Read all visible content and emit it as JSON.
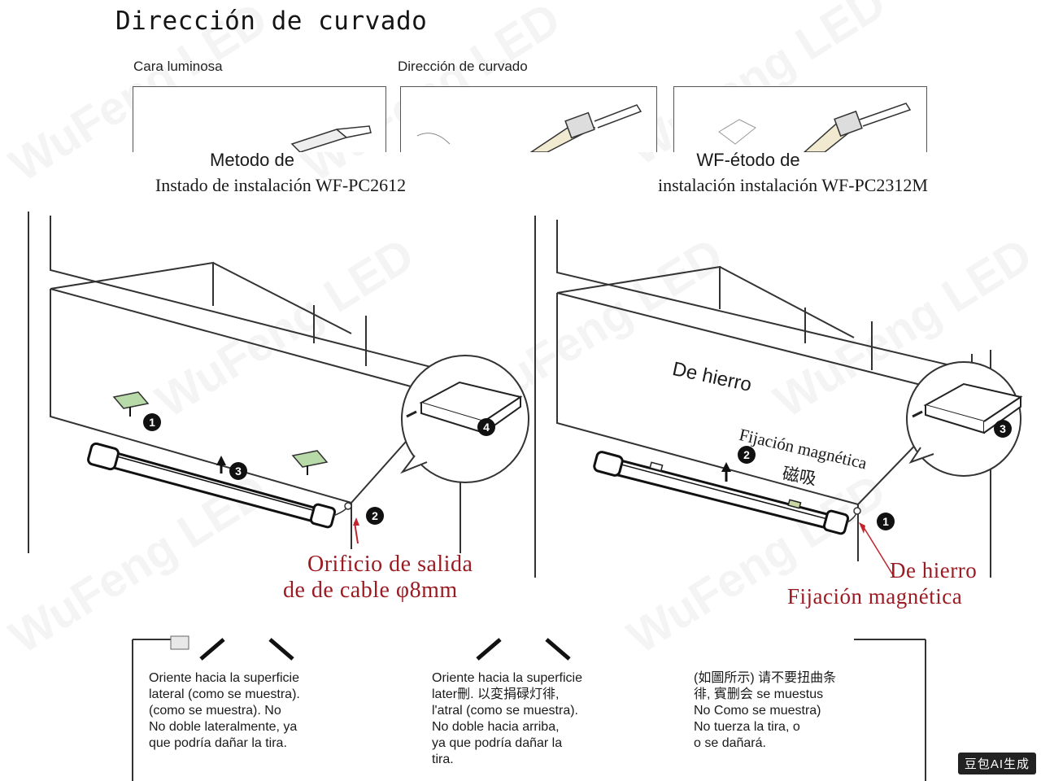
{
  "title": "Dirección de curvado",
  "top_labels": [
    "Cara luminosa",
    "Dirección de curvado"
  ],
  "left_section": {
    "heading_line1": "Metodo de",
    "heading_line2": "Instado de instalación WF-PC2612",
    "caption_line1": "Orificio de salida",
    "caption_line2": "de de cable φ8mm",
    "steps": [
      "1",
      "2",
      "3",
      "4"
    ]
  },
  "right_section": {
    "heading_line1": "WF-étodo de",
    "heading_line2": "instalación instalación WF-PC2312M",
    "wall_label": "De hierro",
    "magnet_label": "Fijación magnética",
    "magnet_label_cn": "磁吸",
    "caption_line1": "De hierro",
    "caption_line2": "Fijación magnética",
    "steps": [
      "1",
      "2",
      "3"
    ]
  },
  "notes": [
    "Oriente hacia la superficie\nlateral (como se muestra).\n(como se muestra). No\nNo doble lateralmente, ya\nque podría dañar la tira.",
    "Oriente hacia la superficie\nlater刪. 以変捐碌灯徘,\nl'atral (como se muestra).\nNo doble hacia arriba,\nya que podría dañar la\ntira.",
    "(如圖所示) 请不要扭曲条\n徘, 賓删会 se muestus\nNo Como se muestra)\nNo tuerza la tira, o\no se dañará."
  ],
  "watermark": "WuFeng LED",
  "ai_badge": "豆包AI生成",
  "colors": {
    "caption_red": "#9b1b22",
    "line": "#333333"
  }
}
